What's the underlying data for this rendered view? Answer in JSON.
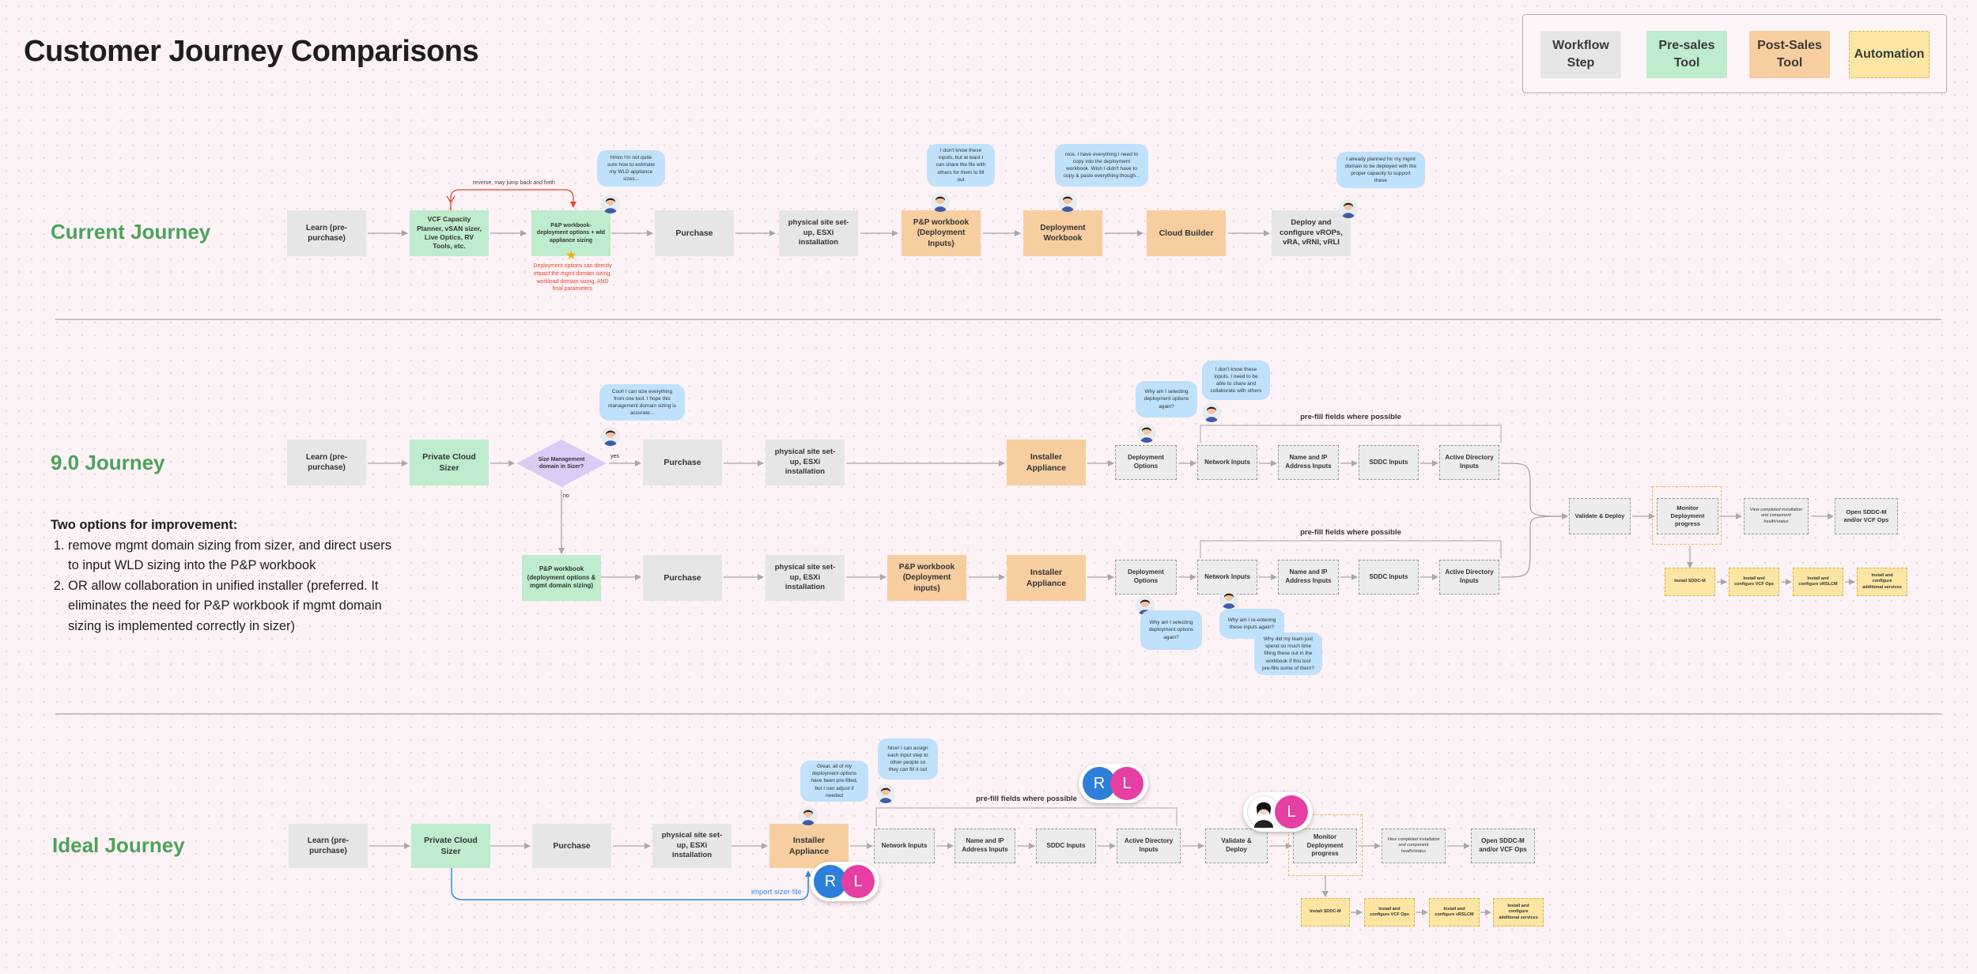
{
  "title": "Customer Journey Comparisons",
  "legend": {
    "workflow": "Workflow Step",
    "presales": "Pre-sales Tool",
    "postsales": "Post-Sales Tool",
    "automation": "Automation"
  },
  "colors": {
    "workflow": "#e6e6e6",
    "presales": "#bfeccc",
    "postsales": "#f7ce9f",
    "automation": "#fde6a4",
    "decision": "#dccbf5",
    "section": "#4ca35a",
    "note": "#e5452b",
    "import": "#2d8fd5"
  },
  "current": {
    "label": "Current Journey",
    "steps": [
      "Learn (pre-purchase)",
      "VCF Capacity Planner, vSAN sizer, Live Optics, RV Tools, etc.",
      "P&P workbook- deployment options + wld appliance sizing",
      "Purchase",
      "physical site set-up, ESXi installation",
      "P&P workbook (Deployment Inputs)",
      "Deployment Workbook",
      "Cloud Builder",
      "Deploy and configure vROPs, vRA, vRNI, vRLI"
    ],
    "loop_label": "reverse, may jump back and forth",
    "note": "Deployment options can directly impact the mgmt domain sizing, workload domain sizing, AND final parameters",
    "bubbles": [
      "Hmm I'm not quite sure how to estimate my WLD appliance sizes...",
      "I don't know these inputs, but at least I can share the file with others for them to fill out",
      "nice, I have everything I need to copy into the deployment workbook. Wish I didn't have to copy & paste everything though...",
      "I already planned for my mgmt domain to be deployed with the proper capacity to support these"
    ]
  },
  "v9": {
    "label": "9.0 Journey",
    "top": [
      "Learn (pre-purchase)",
      "Private Cloud Sizer",
      "Size Management domain in Sizer?",
      "Purchase",
      "physical site set-up, ESXi installation",
      "Installer Appliance",
      "Deployment Options",
      "Network Inputs",
      "Name and IP Address Inputs",
      "SDDC Inputs",
      "Active Directory Inputs"
    ],
    "yes": "yes",
    "no": "no",
    "bottom": [
      "P&P workbook (deployment options & mgmt domain sizing)",
      "Purchase",
      "physical site set-up, ESXi installation",
      "P&P workbook (Deployment inputs)",
      "Installer Appliance",
      "Deployment Options",
      "Network Inputs",
      "Name and IP Address Inputs",
      "SDDC Inputs",
      "Active Directory Inputs"
    ],
    "prefill": "pre-fill fields where possible",
    "final": [
      "Validate & Deploy",
      "Monitor Deployment progress",
      "View completed installation and component health/status",
      "Open SDDC-M and/or VCF Ops"
    ],
    "automation": [
      "Install SDDC-M",
      "Install and configure VCF Ops",
      "Install and configure vRSLCM",
      "Install and configure additional services"
    ],
    "bubbles": [
      "Cool! I can size everything from one tool. I hope this management domain sizing is accurate...",
      "Why am I selecting deployment options again?",
      "I don't know these inputs. I need to be able to share and collaborate with others",
      "Why am I selecting deployment options again?",
      "Why am I re-entering these inputs again?",
      "Why did my team just spend so much time filling these out in the workbook if this tool pre-fills some of them?"
    ],
    "options_title": "Two options for improvement:",
    "options": [
      "remove mgmt domain sizing from sizer, and direct users to input WLD sizing into the P&P workbook",
      "OR allow collaboration in unified installer (preferred. It eliminates the need for P&P workbook if mgmt domain sizing is implemented correctly in sizer)"
    ]
  },
  "ideal": {
    "label": "Ideal Journey",
    "steps": [
      "Learn (pre-purchase)",
      "Private Cloud Sizer",
      "Purchase",
      "physical site set-up, ESXi installation",
      "Installer Appliance",
      "Network Inputs",
      "Name and IP Address Inputs",
      "SDDC Inputs",
      "Active Directory Inputs",
      "Validate & Deploy",
      "Monitor Deployment progress",
      "View completed installation and component health/status",
      "Open SDDC-M and/or VCF Ops"
    ],
    "prefill": "pre-fill fields where possible",
    "import": "import sizer file",
    "automation": [
      "Install SDDC-M",
      "Install and configure VCF Ops",
      "Install and configure vRSLCM",
      "Install and configure additional services"
    ],
    "bubbles": [
      "Great, all of my deployment options have been pre-filled, but I can adjust if needed",
      "Nice! I can assign each input step to other people so they can fill it out"
    ],
    "avatars": [
      "R",
      "L"
    ]
  }
}
